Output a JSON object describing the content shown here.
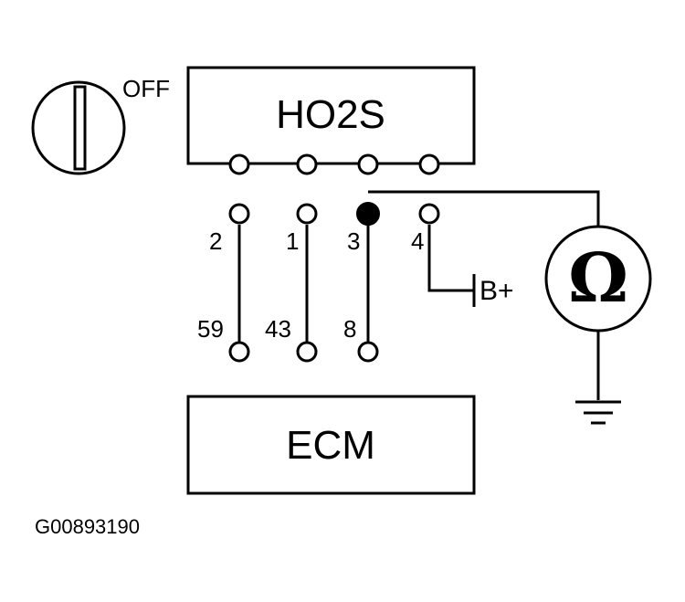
{
  "ignition_switch": {
    "label": "OFF",
    "icon": "ignition-key-icon"
  },
  "sensor": {
    "label": "HO2S"
  },
  "ecm": {
    "label": "ECM"
  },
  "terminals": {
    "sensor_side": [
      "2",
      "1",
      "3",
      "4"
    ],
    "ecm_side": [
      "59",
      "43",
      "8"
    ]
  },
  "supply": {
    "label": "B+"
  },
  "meter": {
    "symbol": "Ω",
    "icon": "ohmmeter-icon"
  },
  "ground": {
    "icon": "ground-icon"
  },
  "figure_id": "G00893190"
}
